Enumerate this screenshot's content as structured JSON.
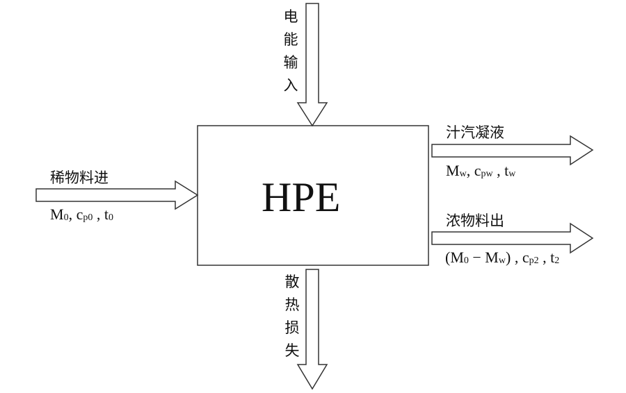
{
  "box": {
    "label": "HPE"
  },
  "inputs": {
    "electric": {
      "label": "电能输入"
    },
    "feed": {
      "label": "稀物料进",
      "vars": {
        "M": "M",
        "M_sub": "0",
        "c": "c",
        "c_sub": "p0",
        "t": "t",
        "t_sub": "0"
      }
    }
  },
  "outputs": {
    "condensate": {
      "label": "汁汽凝液",
      "vars": {
        "M": "M",
        "M_sub": "w",
        "c": "c",
        "c_sub": "pw",
        "t": "t",
        "t_sub": "w"
      }
    },
    "concentrate": {
      "label": "浓物料出",
      "vars": {
        "open": "(M",
        "M0_sub": "0",
        "minus": " − M",
        "Mw_sub": "w",
        "close": ")",
        "c": "c",
        "c_sub": "p2",
        "t": "t",
        "t_sub": "2"
      }
    },
    "heat_loss": {
      "label": "散热损失"
    }
  }
}
